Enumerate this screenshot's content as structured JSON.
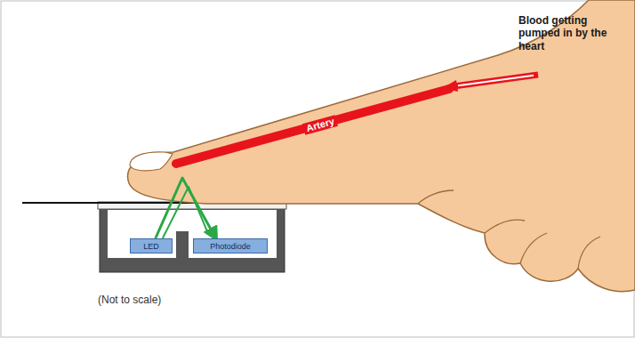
{
  "diagram": {
    "nodes": [
      {
        "text": [
          "LED"
        ]
      },
      {
        "text": [
          "Photodiode"
        ]
      }
    ],
    "edges": [
      {
        "from": 0,
        "to": 1,
        "arrow": "to"
      }
    ],
    "labels": [
      "Artery",
      "Blood getting pumped in by the heart",
      "(Not to scale)"
    ]
  }
}
